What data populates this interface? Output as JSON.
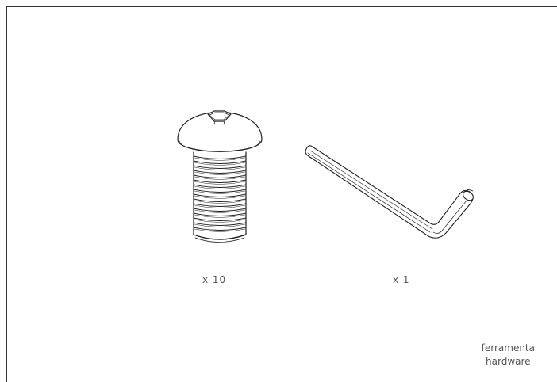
{
  "parts": [
    {
      "icon": "button-head-hex-socket-screw-icon",
      "quantity": "x 10"
    },
    {
      "icon": "hex-allen-key-icon",
      "quantity": "x 1"
    }
  ],
  "caption": {
    "line1": "ferramenta",
    "line2": "hardware"
  }
}
